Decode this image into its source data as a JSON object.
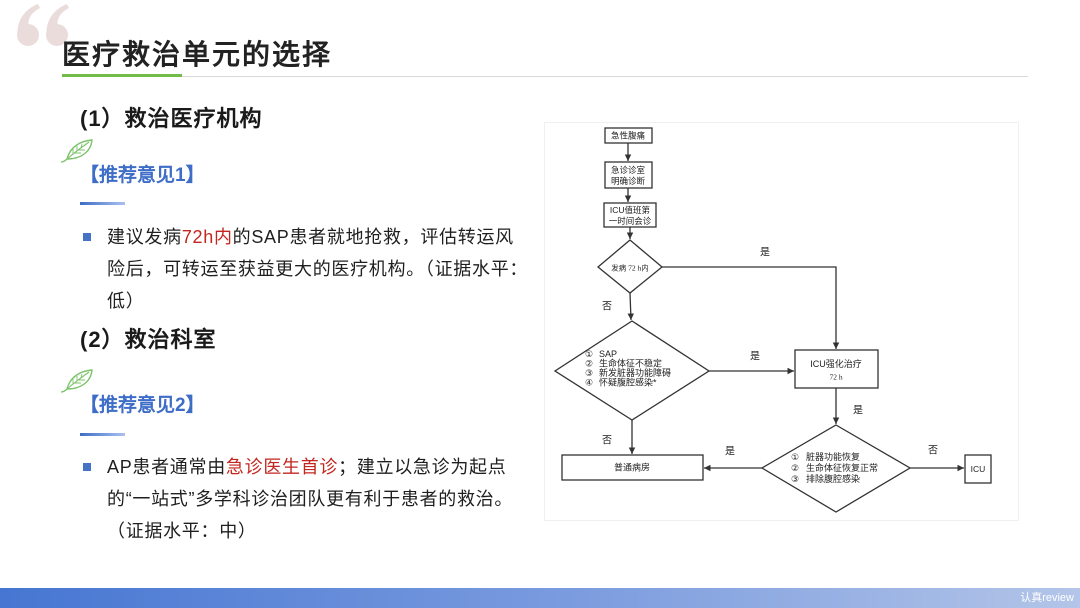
{
  "slide": {
    "title": "医疗救治单元的选择",
    "footer_brand": "认真review"
  },
  "icons": {
    "decoration": "quote-mark-icon",
    "section_marker": "leaf-icon",
    "bullet": "square-bullet-icon"
  },
  "colors": {
    "title_text": "#222222",
    "body_text": "#1f1f1f",
    "accent_green": "#72bd4a",
    "recommendation_blue": "#3e6dc8",
    "highlight_red": "#c3261f",
    "footer_gradient_start": "#4676d2",
    "footer_gradient_end": "#b3c5e8"
  },
  "sections": [
    {
      "heading": "(1）救治医疗机构",
      "recommendation": "【推荐意见1】",
      "bullet_lines": [
        {
          "pre": "建议发病",
          "highlight": "72h内",
          "post": "的SAP患者就地抢救，评估转运风"
        },
        {
          "text": "险后，可转运至获益更大的医疗机构。（证据水平："
        },
        {
          "text": "低）"
        }
      ]
    },
    {
      "heading": "(2）救治科室",
      "recommendation": "【推荐意见2】",
      "bullet_lines": [
        {
          "pre": "AP患者通常由",
          "highlight": "急诊医生首诊",
          "post": "；建立以急诊为起点"
        },
        {
          "text": "的“一站式”多学科诊治团队更有利于患者的救治。"
        },
        {
          "text": "（证据水平：中）"
        }
      ]
    }
  ],
  "flowchart": {
    "nodes": {
      "start": {
        "lines": [
          "急性腹痛"
        ]
      },
      "emergency_room": {
        "lines": [
          "急诊诊室",
          "明确诊断"
        ]
      },
      "icu_consult": {
        "lines": [
          "ICU值班第",
          "一时间会诊"
        ]
      },
      "onset_decision": {
        "lines": [
          "发病 72 h内"
        ]
      },
      "severity_decision": {
        "items": [
          {
            "num": "①",
            "text": "SAP"
          },
          {
            "num": "②",
            "text": "生命体征不稳定"
          },
          {
            "num": "③",
            "text": "新发脏器功能障碍"
          },
          {
            "num": "④",
            "text": "怀疑腹腔感染*"
          }
        ]
      },
      "icu_treatment": {
        "lines": [
          "ICU强化治疗",
          "72 h"
        ]
      },
      "general_ward": {
        "lines": [
          "普通病房"
        ]
      },
      "recovery_decision": {
        "items": [
          {
            "num": "①",
            "text": "脏器功能恢复"
          },
          {
            "num": "②",
            "text": "生命体征恢复正常"
          },
          {
            "num": "③",
            "text": "排除腹腔感染"
          }
        ]
      },
      "icu_final": {
        "lines": [
          "ICU"
        ]
      }
    },
    "edge_labels": {
      "onset_yes_to_icu": "是",
      "onset_no_to_severity": "否",
      "severity_yes_to_icu": "是",
      "severity_no_to_ward": "否",
      "icu_to_recovery": "是",
      "recovery_yes_to_ward": "是",
      "recovery_no_to_icu": "否"
    }
  }
}
